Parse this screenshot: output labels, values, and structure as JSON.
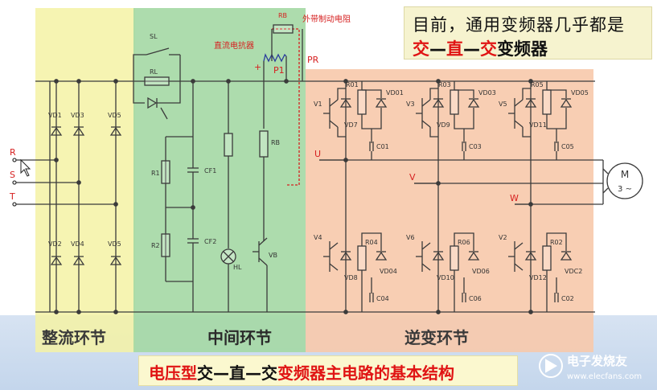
{
  "diagram": {
    "colors": {
      "rectifier": "#f4f2a4",
      "dclink": "#a4d8a4",
      "inverter": "#f7c9ab",
      "wire": "#3b3b3b",
      "label_red": "#d62020",
      "label_blue": "#2a3c9c"
    },
    "sections": {
      "rectifier": "整流环节",
      "dclink": "中间环节",
      "inverter": "逆变环节"
    },
    "inputs": {
      "r": "R",
      "s": "S",
      "t": "T"
    },
    "rect_diodes": {
      "top": [
        "VD1",
        "VD3",
        "VD5"
      ],
      "bottom": [
        "VD2",
        "VD4",
        "VD5"
      ]
    },
    "dc": {
      "sl": "SL",
      "rl": "RL",
      "r1": "R1",
      "r2": "R2",
      "cf1": "CF1",
      "cf2": "CF2",
      "hl": "HL",
      "rb": "RB",
      "vb": "VB"
    },
    "external": {
      "rb": "RB",
      "brake": "外带制动电阻",
      "reactor": "直流电抗器",
      "plus": "+",
      "p1": "P1",
      "pr": "PR"
    },
    "inverter_upper": [
      {
        "v": "V1",
        "r": "R01",
        "vd": "VD01",
        "vdb": "VD7",
        "c": "C01"
      },
      {
        "v": "V3",
        "r": "R03",
        "vd": "VD03",
        "vdb": "VD9",
        "c": "C03"
      },
      {
        "v": "V5",
        "r": "R05",
        "vd": "VD05",
        "vdb": "VD11",
        "c": "C05"
      }
    ],
    "inverter_lower": [
      {
        "v": "V4",
        "r": "R04",
        "vd": "VD04",
        "vdb": "VD8",
        "c": "C04"
      },
      {
        "v": "V6",
        "r": "R06",
        "vd": "VD06",
        "vdb": "VD10",
        "c": "C06"
      },
      {
        "v": "V2",
        "r": "R02",
        "vd": "VDC2",
        "vdb": "VD12",
        "c": "C02"
      }
    ],
    "phases": {
      "u": "U",
      "v": "V",
      "w": "W"
    },
    "motor": {
      "m": "M",
      "phase": "3 ~"
    }
  },
  "callout": {
    "line1": "目前，通用变频器几乎都是",
    "l2a": "交",
    "l2b": "—",
    "l2c": "直",
    "l2d": "—",
    "l2e": "交",
    "l2f": "变频器"
  },
  "caption": {
    "a": "电压型",
    "b": "交—直—交",
    "c": "变频器",
    "d": "主电路的基本结构"
  },
  "watermark": {
    "cn": "电子发烧友",
    "url": "www.elecfans.com"
  }
}
